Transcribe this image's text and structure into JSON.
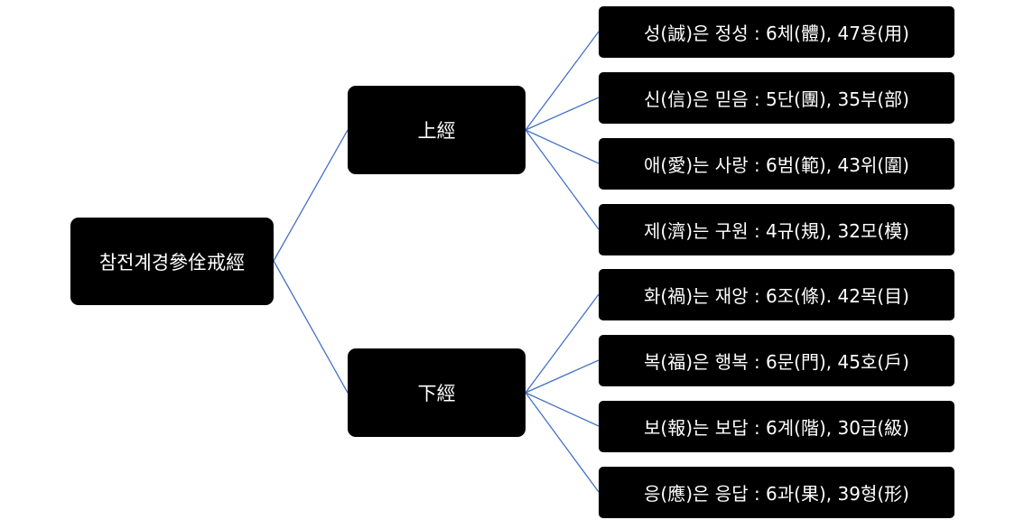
{
  "root": {
    "label": "참전계경參佺戒經"
  },
  "branches": [
    {
      "label": "上經",
      "leaves": [
        {
          "label": "성(誠)은 정성 : 6체(體), 47용(用)"
        },
        {
          "label": "신(信)은 믿음 : 5단(團), 35부(部)"
        },
        {
          "label": "애(愛)는 사랑 : 6범(範), 43위(圍)"
        },
        {
          "label": "제(濟)는 구원 : 4규(規), 32모(模)"
        }
      ]
    },
    {
      "label": "下經",
      "leaves": [
        {
          "label": "화(禍)는 재앙 : 6조(條). 42목(目)"
        },
        {
          "label": "복(福)은 행복 : 6문(門), 45호(戶)"
        },
        {
          "label": "보(報)는 보답 : 6계(階), 30급(級)"
        },
        {
          "label": "응(應)은 응답 : 6과(果), 39형(形)"
        }
      ]
    }
  ],
  "colors": {
    "node_fill": "#000000",
    "node_text": "#ffffff",
    "connector": "#4472c4",
    "background": "#ffffff"
  }
}
